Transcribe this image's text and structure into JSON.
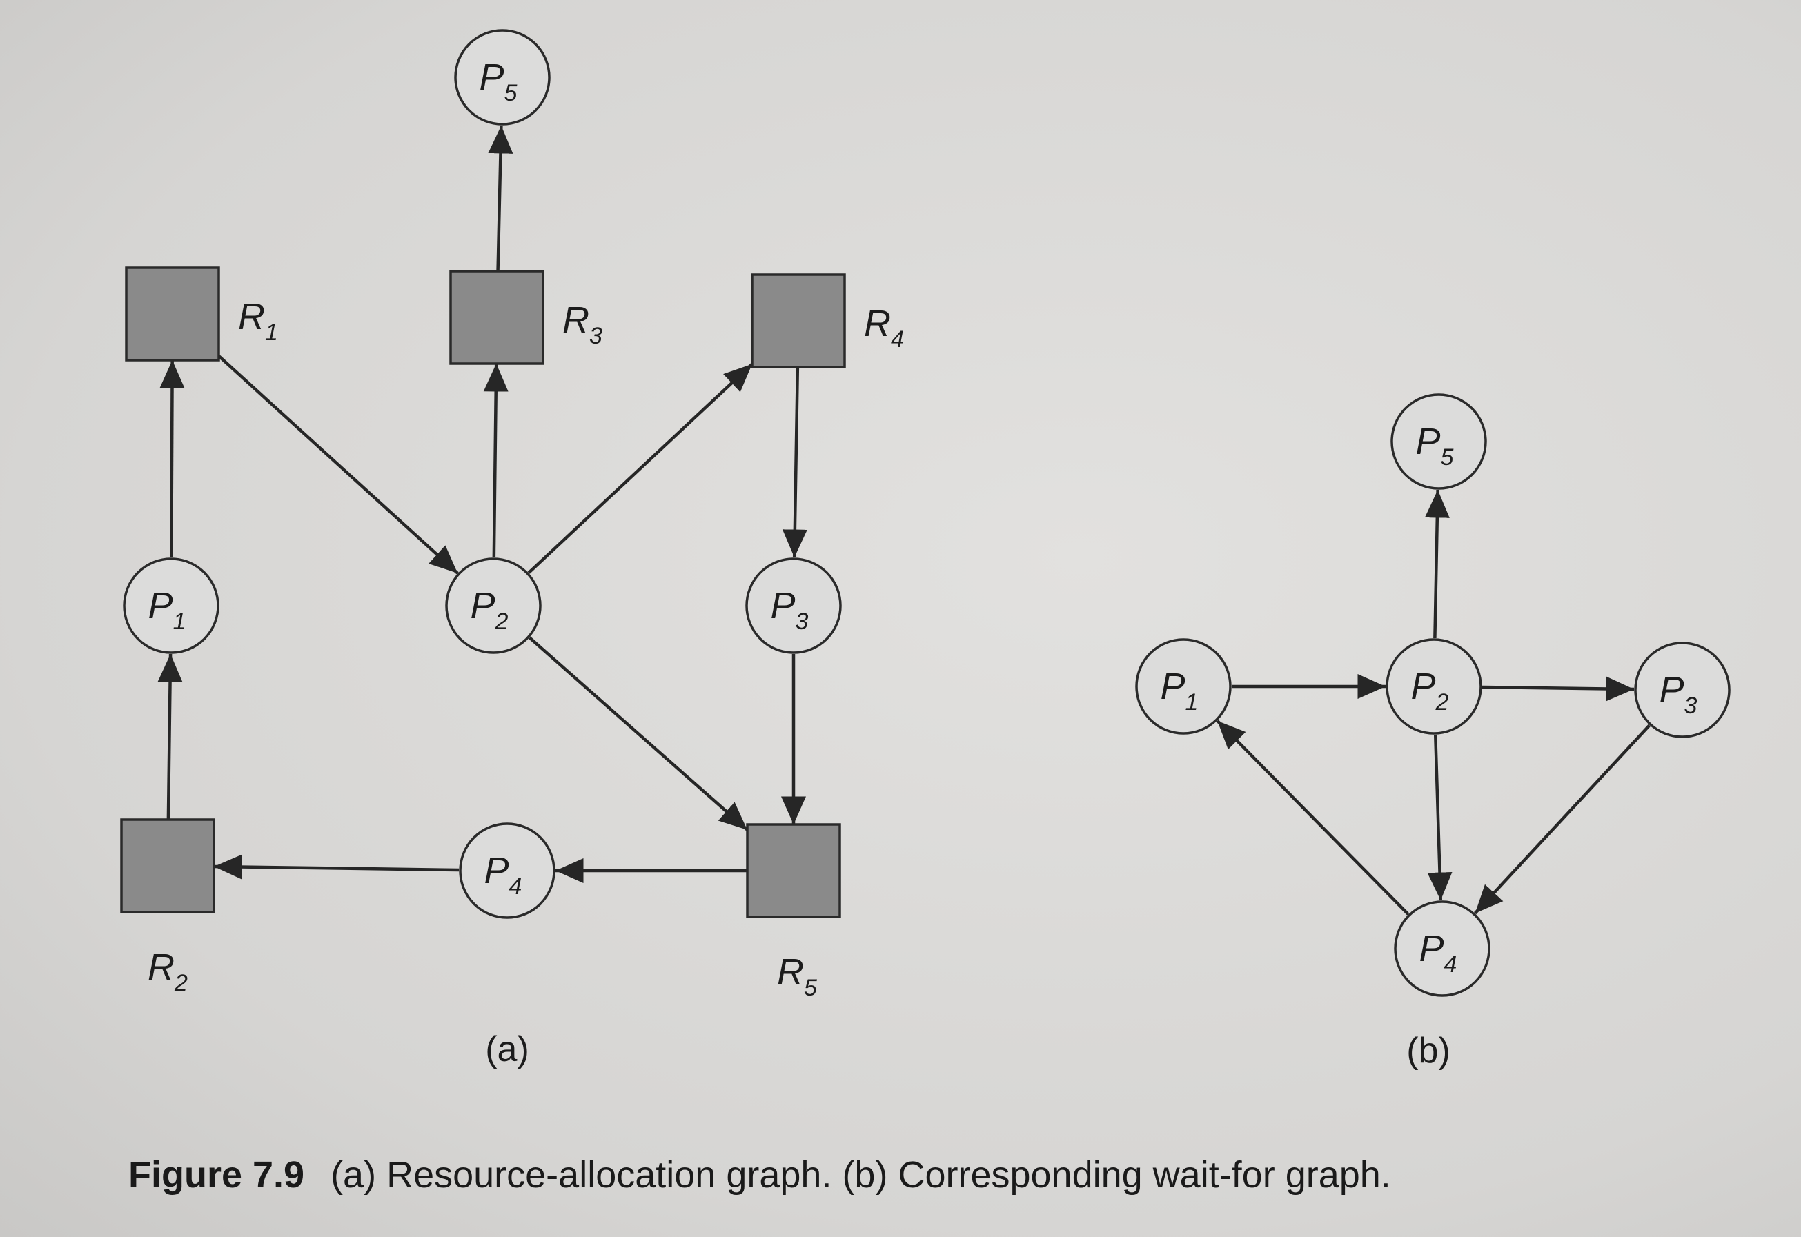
{
  "diagram_a": {
    "label": "(a)",
    "processes": [
      {
        "id": "P1",
        "name": "P",
        "sub": "1"
      },
      {
        "id": "P2",
        "name": "P",
        "sub": "2"
      },
      {
        "id": "P3",
        "name": "P",
        "sub": "3"
      },
      {
        "id": "P4",
        "name": "P",
        "sub": "4"
      },
      {
        "id": "P5",
        "name": "P",
        "sub": "5"
      }
    ],
    "resources": [
      {
        "id": "R1",
        "name": "R",
        "sub": "1"
      },
      {
        "id": "R2",
        "name": "R",
        "sub": "2"
      },
      {
        "id": "R3",
        "name": "R",
        "sub": "3"
      },
      {
        "id": "R4",
        "name": "R",
        "sub": "4"
      },
      {
        "id": "R5",
        "name": "R",
        "sub": "5"
      }
    ],
    "edges": [
      {
        "from": "R3",
        "to": "P5"
      },
      {
        "from": "P1",
        "to": "R1"
      },
      {
        "from": "R2",
        "to": "P1"
      },
      {
        "from": "R1",
        "to": "P2"
      },
      {
        "from": "P2",
        "to": "R3"
      },
      {
        "from": "P2",
        "to": "R4"
      },
      {
        "from": "P2",
        "to": "R5"
      },
      {
        "from": "R4",
        "to": "P3"
      },
      {
        "from": "P3",
        "to": "R5"
      },
      {
        "from": "R5",
        "to": "P4"
      },
      {
        "from": "P4",
        "to": "R2"
      }
    ]
  },
  "diagram_b": {
    "label": "(b)",
    "processes": [
      {
        "id": "P1",
        "name": "P",
        "sub": "1"
      },
      {
        "id": "P2",
        "name": "P",
        "sub": "2"
      },
      {
        "id": "P3",
        "name": "P",
        "sub": "3"
      },
      {
        "id": "P4",
        "name": "P",
        "sub": "4"
      },
      {
        "id": "P5",
        "name": "P",
        "sub": "5"
      }
    ],
    "edges": [
      {
        "from": "P1",
        "to": "P2"
      },
      {
        "from": "P2",
        "to": "P3"
      },
      {
        "from": "P2",
        "to": "P5"
      },
      {
        "from": "P2",
        "to": "P4"
      },
      {
        "from": "P3",
        "to": "P4"
      },
      {
        "from": "P4",
        "to": "P1"
      }
    ]
  },
  "caption": {
    "figure_number": "Figure 7.9",
    "text": "(a) Resource-allocation graph. (b) Corresponding wait-for graph."
  }
}
